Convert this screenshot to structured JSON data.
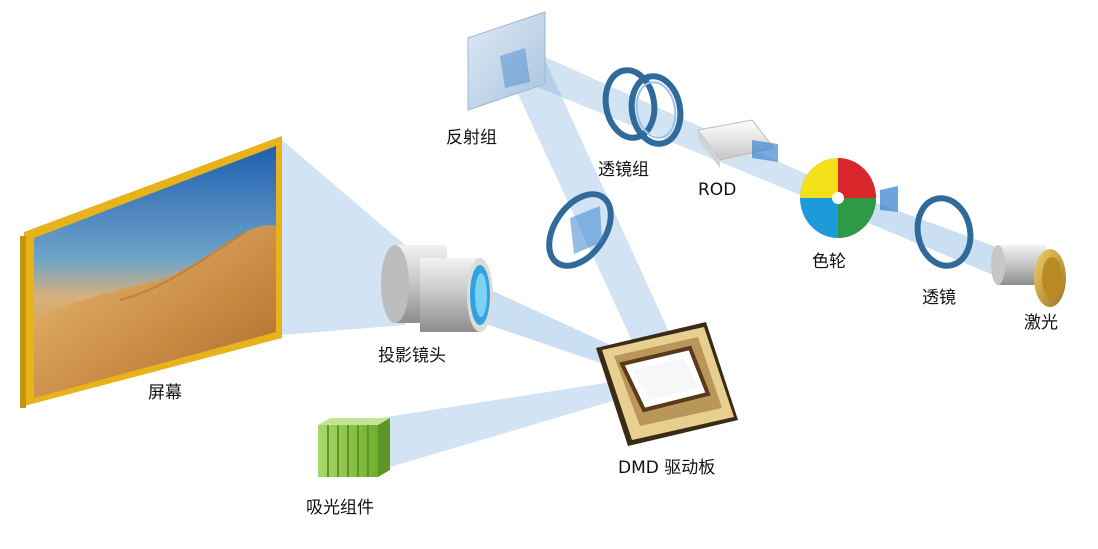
{
  "labels": {
    "screen": "屏幕",
    "projection_lens": "投影镜头",
    "reflector_group": "反射组",
    "lens_group": "透镜组",
    "rod": "ROD",
    "color_wheel": "色轮",
    "lens": "透镜",
    "laser": "激光",
    "dmd_board": "DMD 驱动板",
    "absorber": "吸光组件"
  },
  "colors": {
    "beam": "#6aa3dc",
    "ring": "#2f6a9a",
    "screen_frame": "#e8b21a",
    "absorber_green": "#8cc63f",
    "wheel_red": "#d9262b",
    "wheel_green": "#2e9a48",
    "wheel_blue": "#1f9ad8",
    "wheel_yellow": "#f4e11a",
    "laser_cap": "#c99a2e"
  },
  "icons": {
    "lens_ring": "lens-ring-icon",
    "color_wheel": "color-wheel-icon",
    "dmd_chip": "dmd-chip-icon",
    "laser": "laser-module-icon",
    "absorber": "heat-sink-icon",
    "mirror": "mirror-icon"
  }
}
